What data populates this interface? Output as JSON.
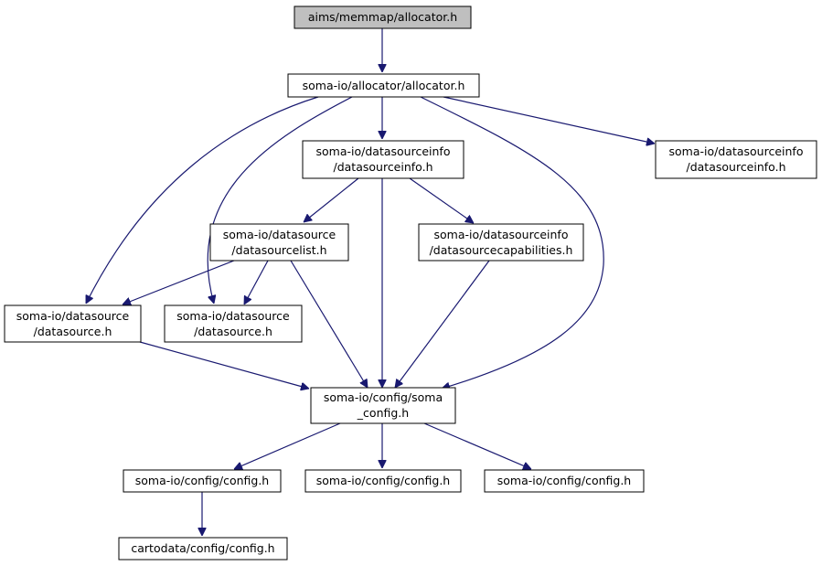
{
  "diagram": {
    "edge_color": "#191970",
    "root_fill": "#bfbfbf",
    "nodes": {
      "n1": {
        "lines": [
          "aims/memmap/allocator.h"
        ]
      },
      "n2": {
        "lines": [
          "soma-io/allocator/allocator.h"
        ]
      },
      "n3": {
        "lines": [
          "soma-io/datasourceinfo",
          "/datasourceinfo.h"
        ]
      },
      "n4": {
        "lines": [
          "soma-io/datasourceinfo",
          "/datasourceinfo.h"
        ]
      },
      "n5": {
        "lines": [
          "soma-io/datasource",
          "/datasourcelist.h"
        ]
      },
      "n6": {
        "lines": [
          "soma-io/datasourceinfo",
          "/datasourcecapabilities.h"
        ]
      },
      "n7": {
        "lines": [
          "soma-io/datasource",
          "/datasource.h"
        ]
      },
      "n8": {
        "lines": [
          "soma-io/datasource",
          "/datasource.h"
        ]
      },
      "n9": {
        "lines": [
          "soma-io/config/soma",
          "_config.h"
        ]
      },
      "n10": {
        "lines": [
          "soma-io/config/config.h"
        ]
      },
      "n11": {
        "lines": [
          "soma-io/config/config.h"
        ]
      },
      "n12": {
        "lines": [
          "soma-io/config/config.h"
        ]
      },
      "n13": {
        "lines": [
          "cartodata/config/config.h"
        ]
      }
    },
    "edges": [
      [
        "n1",
        "n2"
      ],
      [
        "n2",
        "n3"
      ],
      [
        "n2",
        "n4"
      ],
      [
        "n2",
        "n7"
      ],
      [
        "n2",
        "n8"
      ],
      [
        "n2",
        "n9"
      ],
      [
        "n3",
        "n5"
      ],
      [
        "n3",
        "n6"
      ],
      [
        "n3",
        "n9"
      ],
      [
        "n5",
        "n7"
      ],
      [
        "n5",
        "n8"
      ],
      [
        "n5",
        "n9"
      ],
      [
        "n6",
        "n9"
      ],
      [
        "n7",
        "n9"
      ],
      [
        "n9",
        "n10"
      ],
      [
        "n9",
        "n11"
      ],
      [
        "n9",
        "n12"
      ],
      [
        "n10",
        "n13"
      ]
    ]
  }
}
